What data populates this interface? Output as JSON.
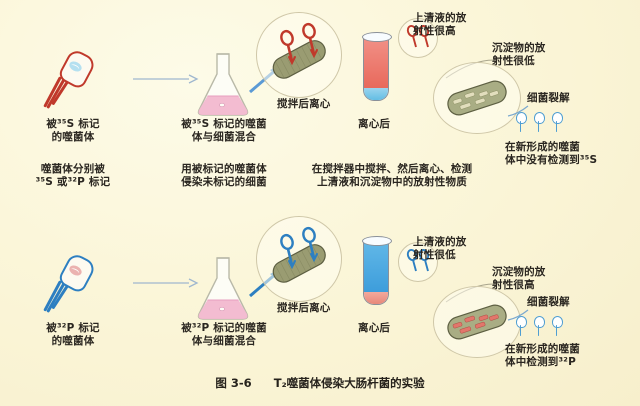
{
  "figure": {
    "caption_number": "图 3-6",
    "caption_text": "T₂噬菌体侵染大肠杆菌的实验",
    "background_color": "#fbf6d9"
  },
  "colors": {
    "s35_accent": "#c0392b",
    "p32_accent": "#2d7fc1",
    "bacterium": "#8d8f6a",
    "flask_liquid": "#f2b8cf",
    "text": "#2a2620"
  },
  "rows": [
    {
      "id": "row-s35",
      "isotope": "35S",
      "phage_color": "#c0392b",
      "dna_color": "#9fd4ea",
      "labels": {
        "phage": "被³⁵S 标记\n的噬菌体",
        "flask": "被³⁵S 标记的噬菌\n体与细菌混合",
        "mix_step": "搅拌后离心",
        "centrifuge": "离心后",
        "supernatant": "上清液的放\n射性很高",
        "pellet": "沉淀物的放\n射性很低",
        "lysis": "细菌裂解",
        "result": "在新形成的噬菌\n体中没有检测到³⁵S",
        "bottom_note_1": "噬菌体分别被\n³⁵S 或³²P 标记",
        "bottom_note_2": "用被标记的噬菌体\n侵染未标记的细菌",
        "bottom_note_3": "在搅拌器中搅拌、然后离心、检测\n上清液和沉淀物中的放射性物质"
      },
      "tube": {
        "supernatant_color": "#ef8276",
        "pellet_color": "#7cc6e8",
        "supernatant_height_pct": 82
      }
    },
    {
      "id": "row-p32",
      "isotope": "32P",
      "phage_color": "#2d7fc1",
      "dna_color": "#e27c7c",
      "labels": {
        "phage": "被³²P 标记\n的噬菌体",
        "flask": "被³²P 标记的噬菌\n体与细菌混合",
        "mix_step": "搅拌后离心",
        "centrifuge": "离心后",
        "supernatant": "上清液的放\n射性很低",
        "pellet": "沉淀物的放\n射性很高",
        "lysis": "细菌裂解",
        "result": "在新形成的噬菌\n体中检测到³²P"
      },
      "tube": {
        "supernatant_color": "#4aa8e0",
        "pellet_color": "#ef9a8e",
        "supernatant_height_pct": 82
      }
    }
  ]
}
